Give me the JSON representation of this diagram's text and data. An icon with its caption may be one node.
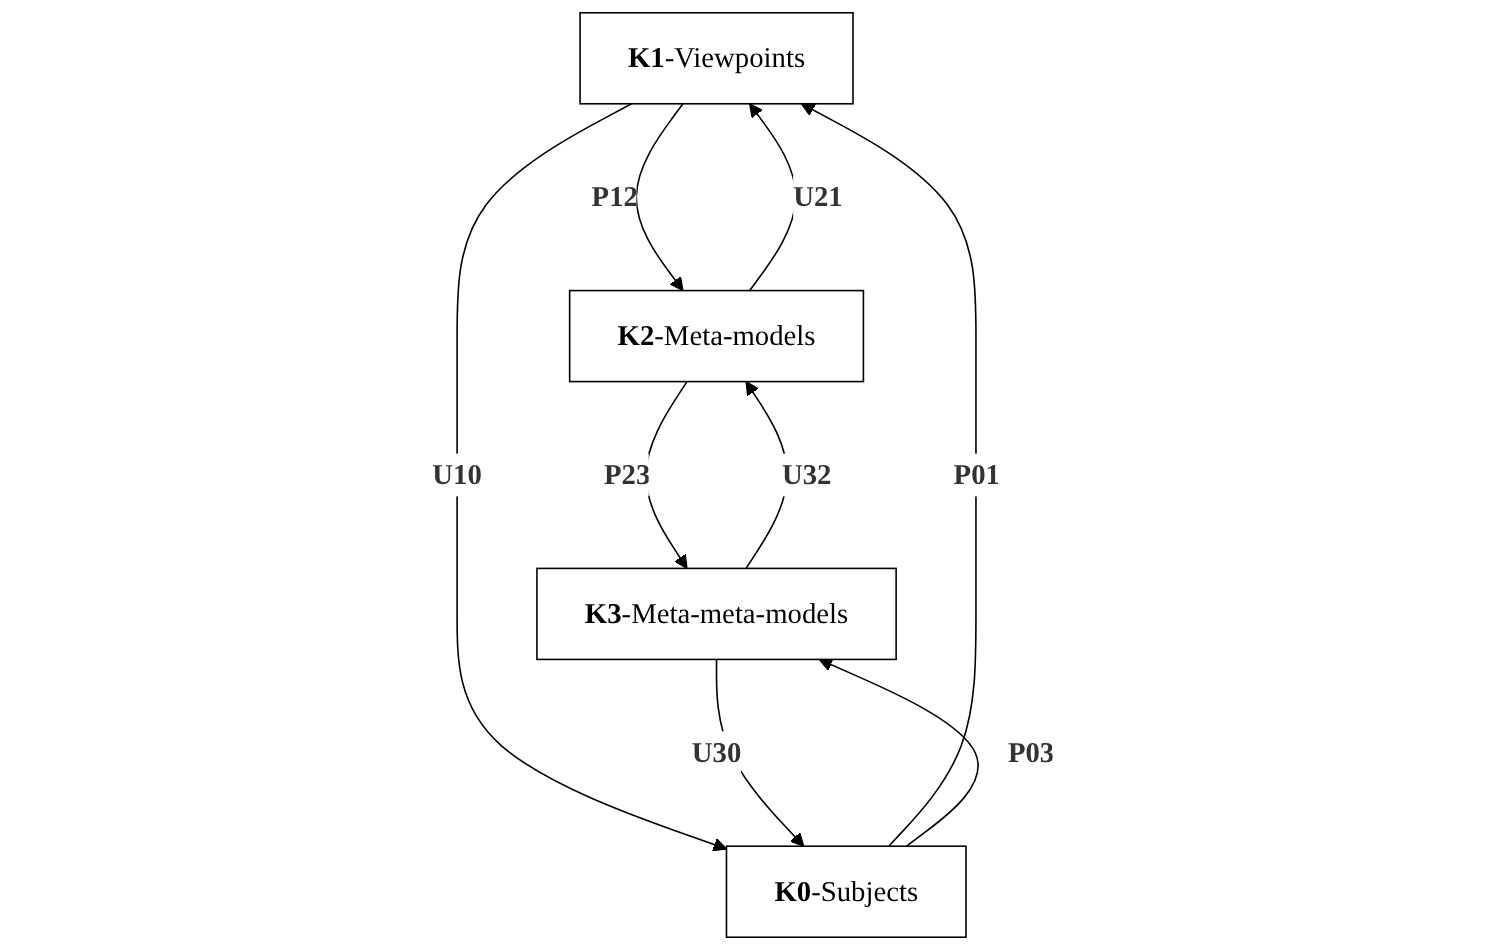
{
  "diagram": {
    "nodes": [
      {
        "text": [
          "**K1**-Viewpoints"
        ]
      },
      {
        "text": [
          "**K2**-Meta-models"
        ]
      },
      {
        "text": [
          "**K0**-Subjects"
        ]
      },
      {
        "text": [
          "**K3**-Meta-meta-models"
        ]
      }
    ],
    "edges": [
      {
        "from": 1,
        "to": 0,
        "arrow": "to",
        "label": "U21"
      },
      {
        "from": 0,
        "to": 1,
        "arrow": "to",
        "label": "P12"
      },
      {
        "from": 0,
        "to": 2,
        "arrow": "to",
        "label": "U10"
      },
      {
        "from": 2,
        "to": 0,
        "arrow": "to",
        "label": "P01"
      },
      {
        "from": 1,
        "to": 3,
        "arrow": "to",
        "label": "P23"
      },
      {
        "from": 3,
        "to": 1,
        "arrow": "to",
        "label": "U32"
      },
      {
        "from": 2,
        "to": 3,
        "arrow": "to",
        "label": "P03"
      },
      {
        "from": 3,
        "to": 2,
        "arrow": "to",
        "label": "U30"
      }
    ]
  }
}
